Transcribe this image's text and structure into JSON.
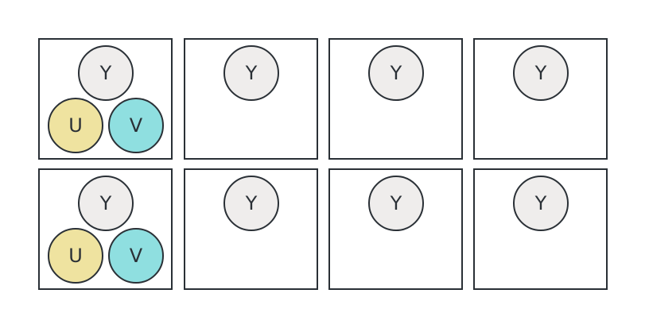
{
  "colors": {
    "y": "#efedec",
    "u": "#efe3a0",
    "v": "#8fdfe0",
    "stroke": "#2a3036"
  },
  "labels": {
    "y": "Y",
    "u": "U",
    "v": "V"
  },
  "rows": [
    {
      "cells": [
        {
          "samples": [
            "Y",
            "U",
            "V"
          ]
        },
        {
          "samples": [
            "Y"
          ]
        },
        {
          "samples": [
            "Y"
          ]
        },
        {
          "samples": [
            "Y"
          ]
        }
      ]
    },
    {
      "cells": [
        {
          "samples": [
            "Y",
            "U",
            "V"
          ]
        },
        {
          "samples": [
            "Y"
          ]
        },
        {
          "samples": [
            "Y"
          ]
        },
        {
          "samples": [
            "Y"
          ]
        }
      ]
    }
  ]
}
